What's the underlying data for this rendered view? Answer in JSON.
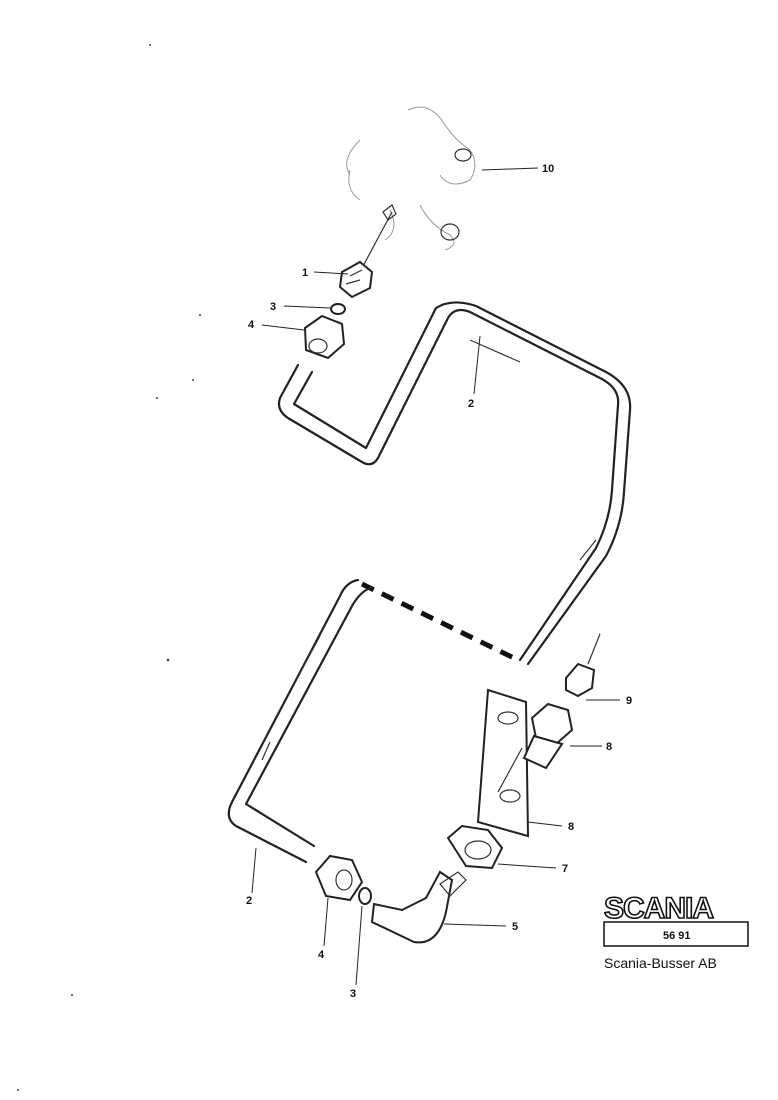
{
  "callouts": {
    "c10": "10",
    "c1": "1",
    "c3_top": "3",
    "c4_top": "4",
    "c2_top": "2",
    "c9": "9",
    "c8_upper": "8",
    "c8_lower": "8",
    "c7": "7",
    "c2_bottom": "2",
    "c5": "5",
    "c4_bottom": "4",
    "c3_bottom": "3"
  },
  "title_block": {
    "brand": "SCANIA",
    "code": "56 91",
    "company": "Scania-Busser AB"
  },
  "colors": {
    "ink": "#111111",
    "paper": "#ffffff"
  }
}
